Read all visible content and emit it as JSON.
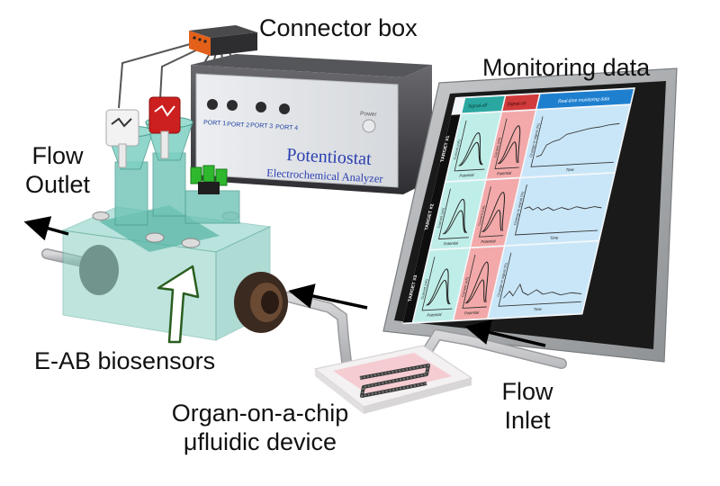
{
  "labels": {
    "connector_box": "Connector box",
    "monitoring_data": "Monitoring data",
    "flow_outlet_line1": "Flow",
    "flow_outlet_line2": "Outlet",
    "flow_inlet_line1": "Flow",
    "flow_inlet_line2": "Inlet",
    "eab_biosensors": "E-AB biosensors",
    "ooc_line1": "Organ-on-a-chip",
    "ooc_line2": "μfluidic device"
  },
  "potentiostat": {
    "title": "Potentiostat",
    "subtitle": "Electrochemical Analyzer",
    "ports": [
      "PORT 1",
      "PORT 2",
      "PORT 3",
      "PORT 4"
    ],
    "power_label": "Power"
  },
  "monitor": {
    "col_headers": [
      "Signal-off",
      "Signal-on",
      "Real-time monitoring data"
    ],
    "row_labels": [
      "TARGET #1",
      "TARGET #2",
      "TARGET #3"
    ],
    "potential_label": "Potential",
    "time_label": "Time",
    "current_label": "Current (nA)",
    "norm_label": "Change in signal (%)"
  },
  "colors": {
    "signal_off_header": "#2aa7a0",
    "signal_off_cell": "#bfeee8",
    "signal_on_header": "#d13b3b",
    "signal_on_cell": "#f3a9a9",
    "monitor_header": "#1f7fcf",
    "monitor_cell": "#c9e6f8",
    "connector_box": "#e2601a",
    "chamber": "#6fc4b6",
    "electrode_green": "#2eb82e"
  }
}
